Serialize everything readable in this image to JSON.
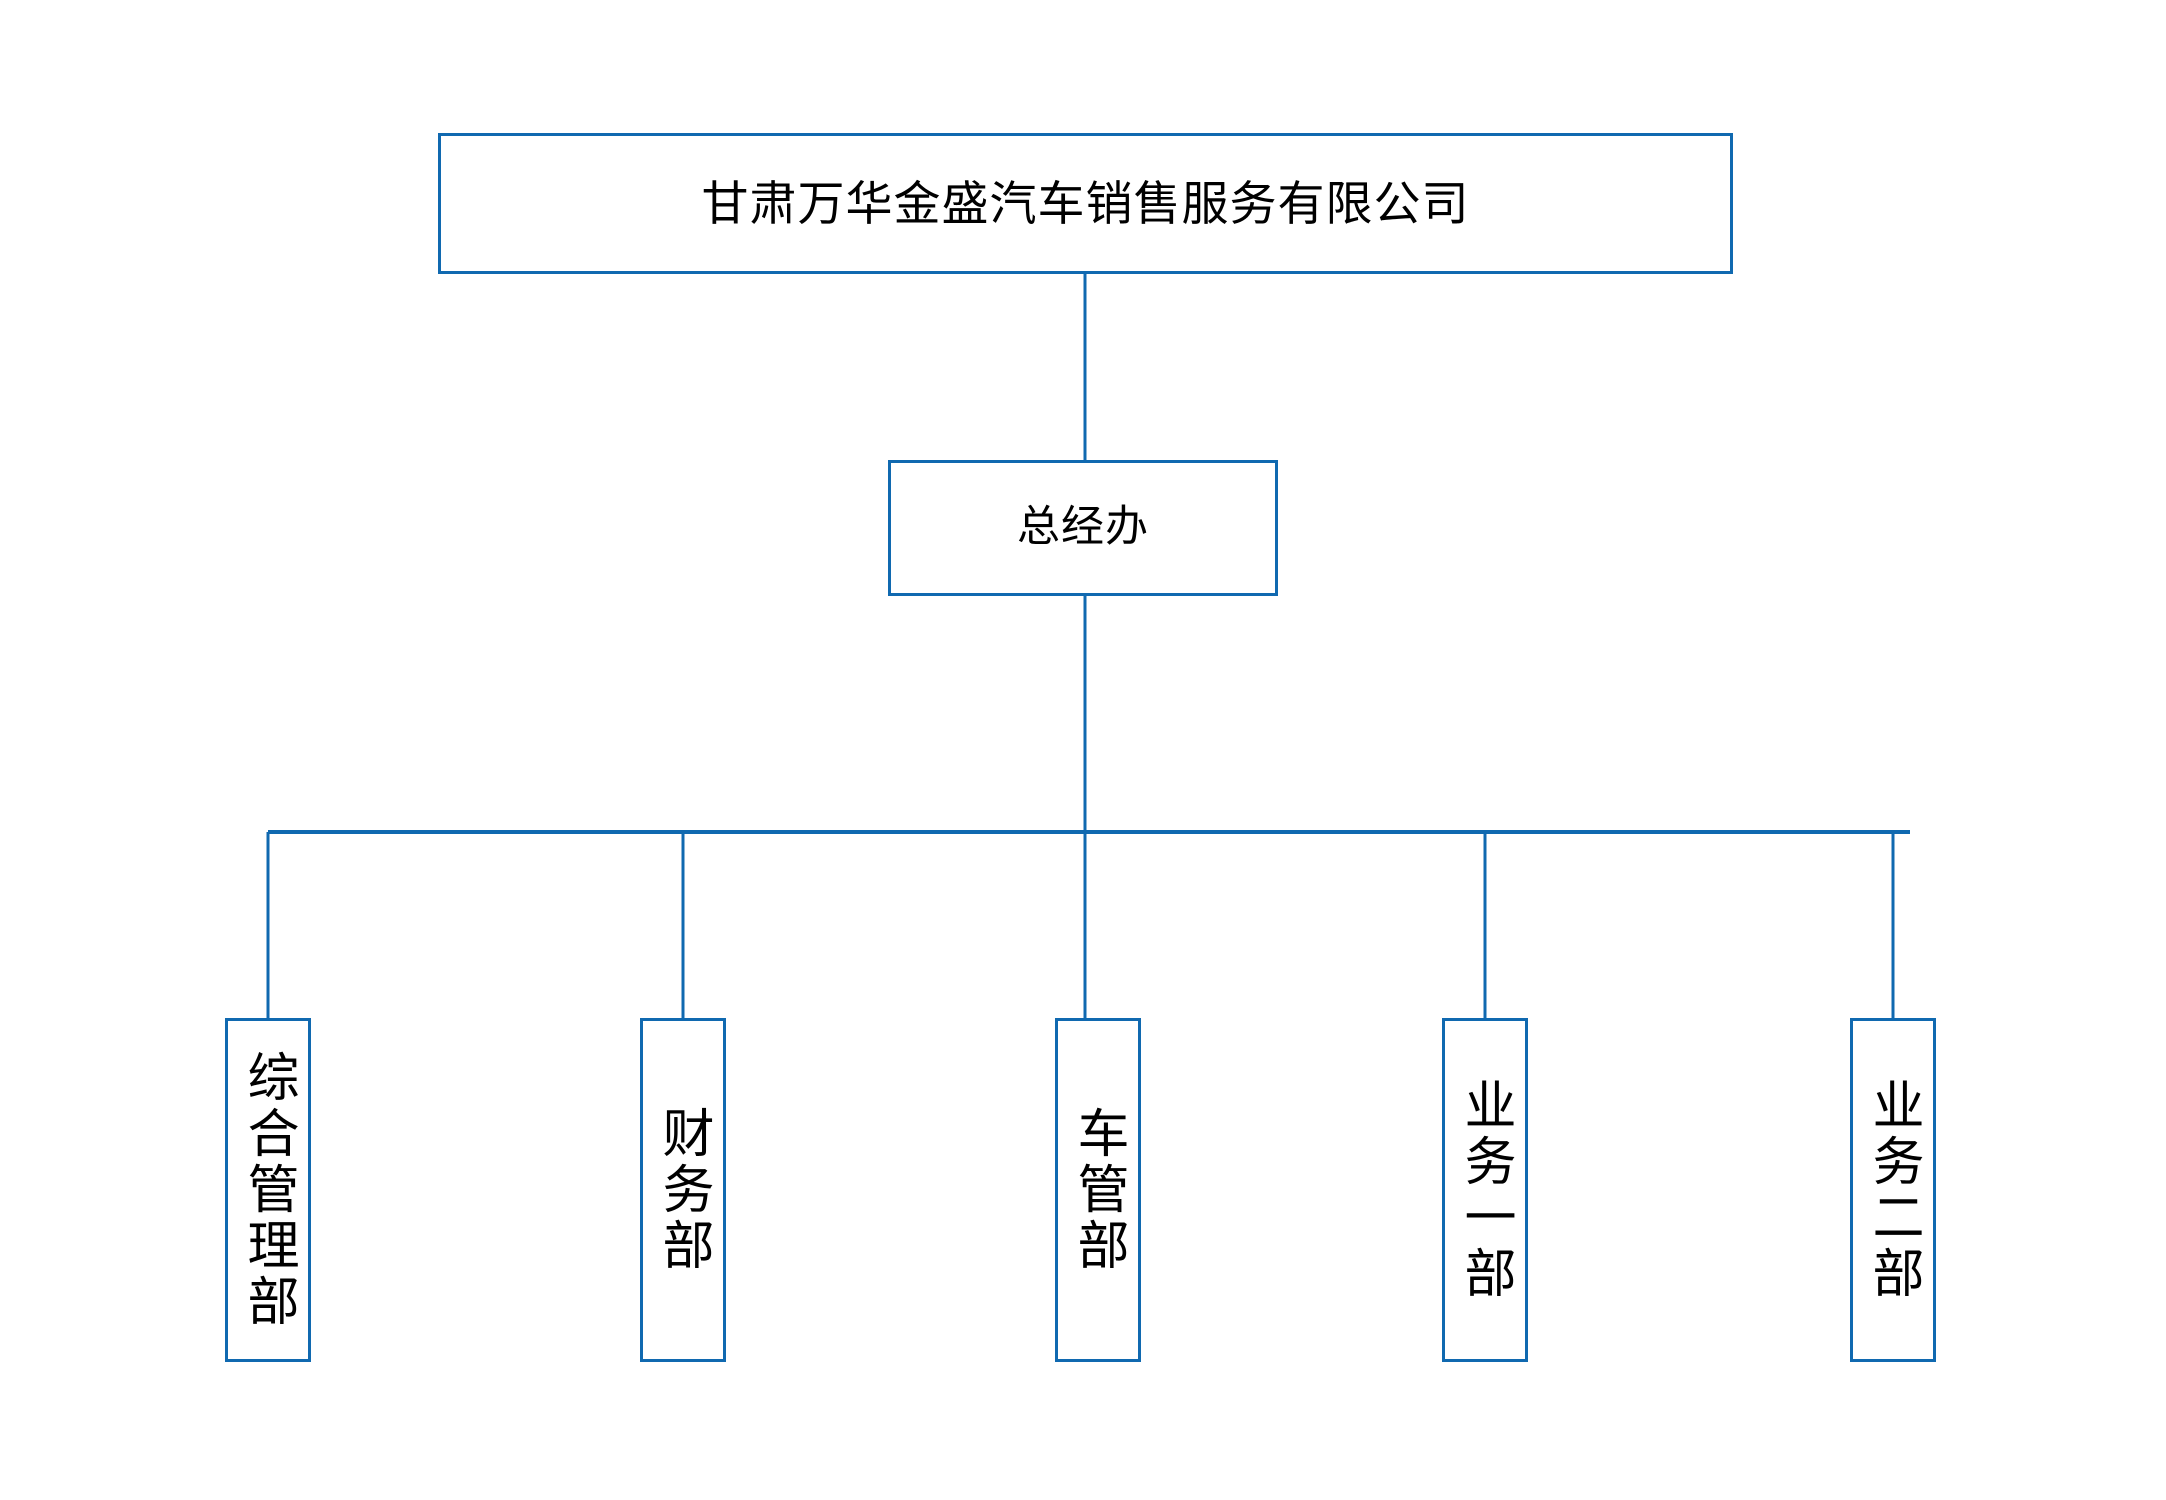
{
  "meta": {
    "background_color": "#ffffff",
    "line_color": "#1069b0",
    "text_color": "#000000"
  },
  "chart_data": {
    "type": "diagram",
    "subtype": "organization-chart",
    "orientation": "top-down",
    "levels": 3,
    "nodes": [
      {
        "id": "company",
        "label": "甘肃万华金盛汽车销售服务有限公司",
        "level": 0,
        "text_direction": "horizontal"
      },
      {
        "id": "gm",
        "label": "总经办",
        "level": 1,
        "text_direction": "horizontal"
      },
      {
        "id": "dept-0",
        "label": "综合管理部",
        "level": 2,
        "text_direction": "vertical"
      },
      {
        "id": "dept-1",
        "label": "财务部",
        "level": 2,
        "text_direction": "vertical"
      },
      {
        "id": "dept-2",
        "label": "车管部",
        "level": 2,
        "text_direction": "vertical"
      },
      {
        "id": "dept-3",
        "label": "业务一部",
        "level": 2,
        "text_direction": "vertical"
      },
      {
        "id": "dept-4",
        "label": "业务二部",
        "level": 2,
        "text_direction": "vertical"
      }
    ],
    "edges": [
      {
        "from": "company",
        "to": "gm"
      },
      {
        "from": "gm",
        "to": "dept-0"
      },
      {
        "from": "gm",
        "to": "dept-1"
      },
      {
        "from": "gm",
        "to": "dept-2"
      },
      {
        "from": "gm",
        "to": "dept-3"
      },
      {
        "from": "gm",
        "to": "dept-4"
      }
    ]
  },
  "company": {
    "label": "甘肃万华金盛汽车销售服务有限公司"
  },
  "gm": {
    "label": "总经办"
  },
  "departments": [
    {
      "label": "综合管理部"
    },
    {
      "label": "财务部"
    },
    {
      "label": "车管部"
    },
    {
      "label": "业务一部"
    },
    {
      "label": "业务二部"
    }
  ]
}
